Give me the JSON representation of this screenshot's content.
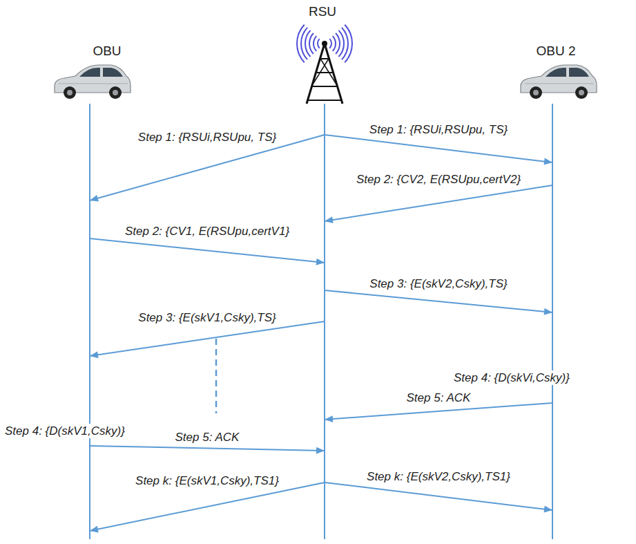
{
  "diagram": {
    "nodes": [
      {
        "text": [
          "OBU"
        ]
      },
      {
        "text": [
          "RSU"
        ]
      },
      {
        "text": [
          "OBU 2"
        ]
      }
    ],
    "edges": [
      {
        "from": 1,
        "to": 0,
        "arrow": "to",
        "label": "Step 1: {RSUi,RSUpu, TS}"
      },
      {
        "from": 1,
        "to": 2,
        "arrow": "to",
        "label": "Step 1: {RSUi,RSUpu, TS}"
      },
      {
        "from": 2,
        "to": 1,
        "arrow": "to",
        "label": "Step 2: {CV2, E(RSUpu,certV2}"
      },
      {
        "from": 0,
        "to": 1,
        "arrow": "to",
        "label": "Step 2: {CV1, E(RSUpu,certV1}"
      },
      {
        "from": 1,
        "to": 2,
        "arrow": "to",
        "label": "Step 3: {E(skV2,Csky),TS}"
      },
      {
        "from": 1,
        "to": 0,
        "arrow": "to",
        "label": "Step 3: {E(skV1,Csky),TS}"
      },
      {
        "from": 2,
        "to": 1,
        "arrow": "to",
        "label": "Step 5: ACK"
      },
      {
        "from": 0,
        "to": 1,
        "arrow": "to",
        "label": "Step 5: ACK"
      },
      {
        "from": 1,
        "to": 0,
        "arrow": "to",
        "label": "Step k: {E(skV1,Csky),TS1}"
      },
      {
        "from": 1,
        "to": 2,
        "arrow": "to",
        "label": "Step k: {E(skV2,Csky),TS1}"
      }
    ],
    "labels": [
      "Step 4: {D(skVi,Csky)}",
      "Step 4: {D(skV1,Csky)}"
    ]
  }
}
